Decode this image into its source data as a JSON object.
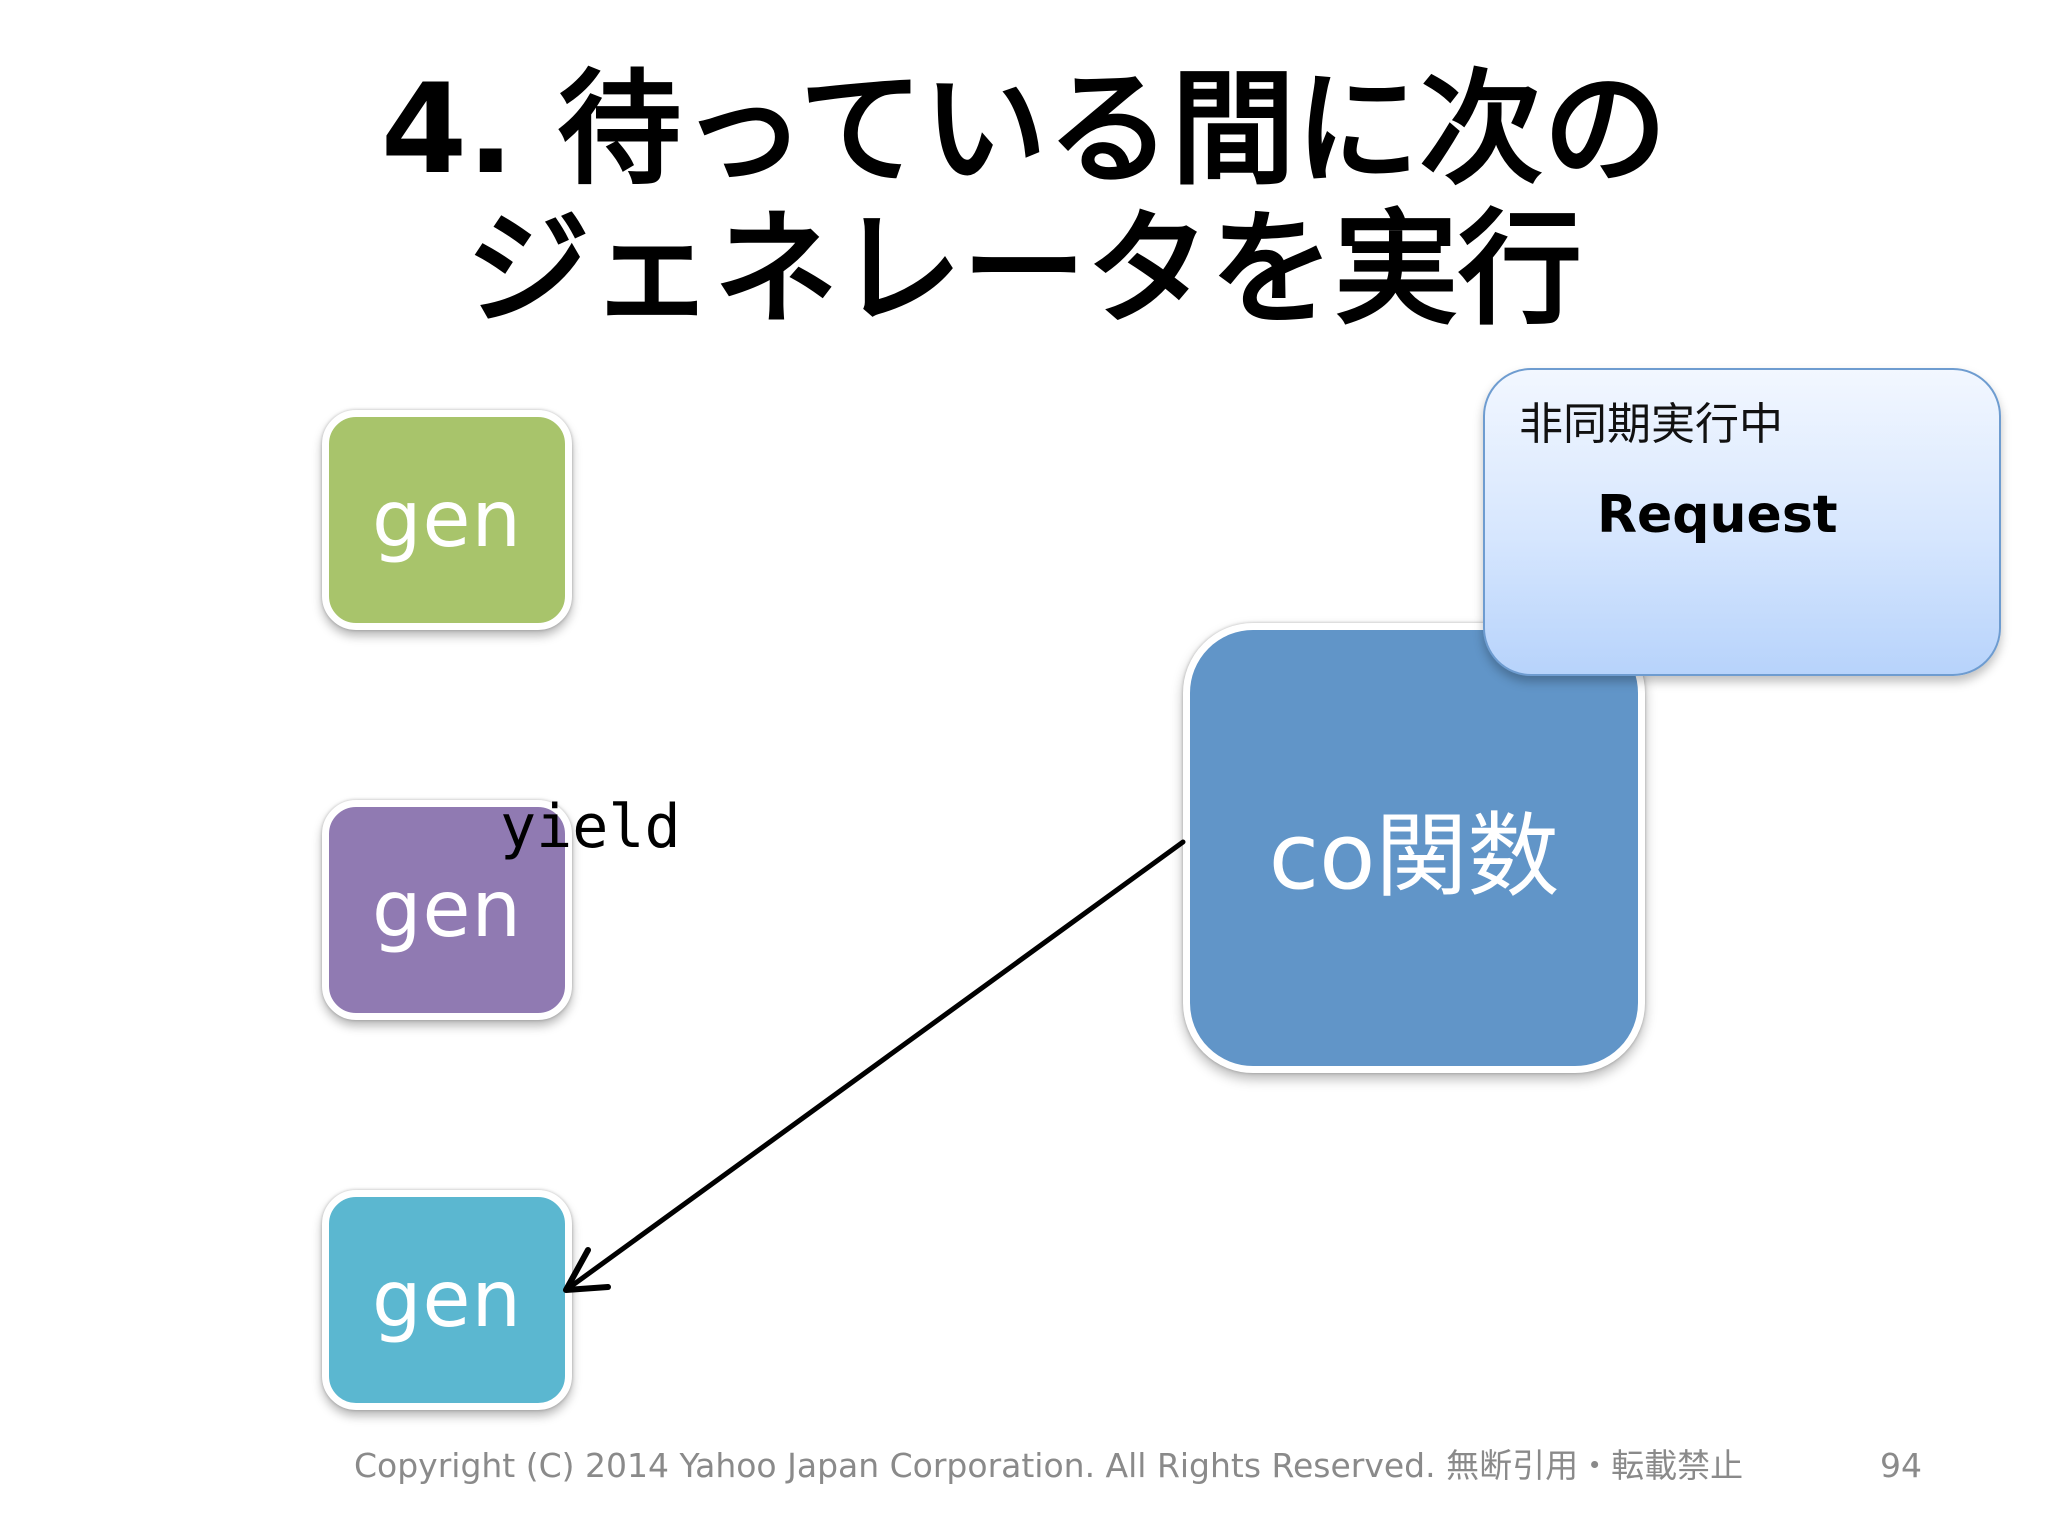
{
  "slide": {
    "title_line1": "4. 待っている間に次の",
    "title_line2": "ジェネレータを実行",
    "generators": [
      {
        "label": "gen",
        "color": "#a8c46b"
      },
      {
        "label": "gen",
        "color": "#907ab2"
      },
      {
        "label": "gen",
        "color": "#5bb7d0"
      }
    ],
    "yield_label": "yield",
    "co_function": {
      "label": "co関数",
      "color": "#6195c8"
    },
    "async_box": {
      "status": "非同期実行中",
      "request": "Request"
    },
    "arrow": {
      "from": "co関数",
      "to": "gen",
      "color": "#000000"
    },
    "footer": "Copyright (C) 2014 Yahoo Japan Corporation. All Rights Reserved. 無断引用・転載禁止",
    "page_number": "94"
  }
}
